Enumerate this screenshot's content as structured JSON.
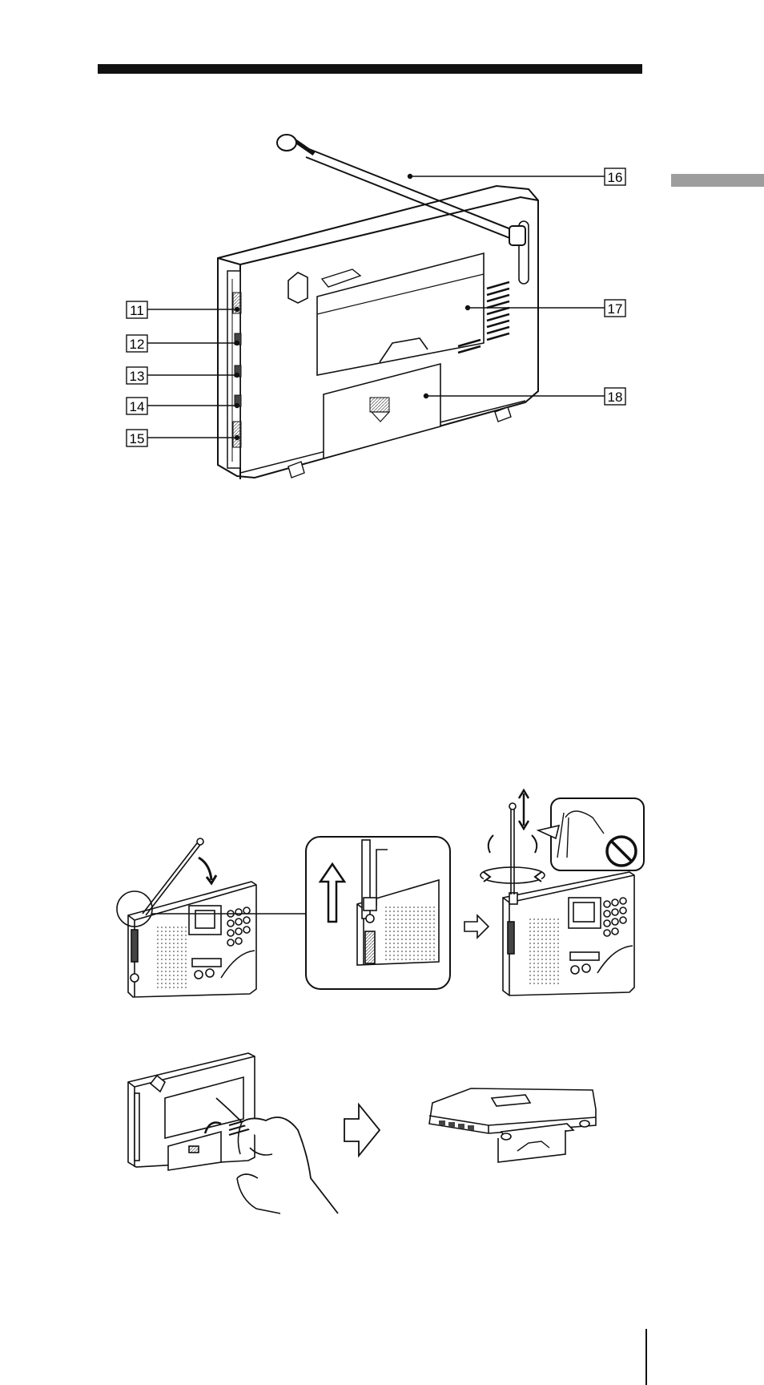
{
  "callouts": {
    "c11": "11",
    "c12": "12",
    "c13": "13",
    "c14": "14",
    "c15": "15",
    "c16": "16",
    "c17": "17",
    "c18": "18"
  }
}
